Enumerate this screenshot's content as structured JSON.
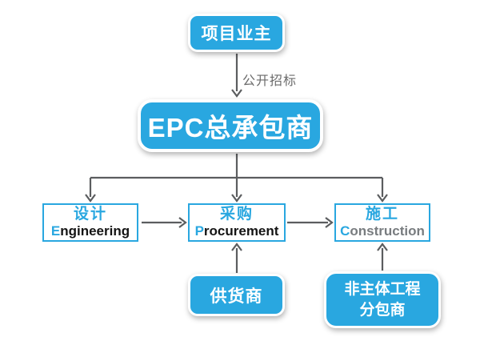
{
  "colors": {
    "accent": "#29a7e0",
    "arrow": "#5b5d5f",
    "ink": "#141414",
    "muted": "#787c7f",
    "bg": "#ffffff"
  },
  "diagram": {
    "nodes": {
      "owner": {
        "label": "项目业主"
      },
      "epc": {
        "label": "EPC总承包商"
      },
      "engineering": {
        "zh": "设计",
        "en_initial": "E",
        "en_rest": "ngineering"
      },
      "procurement": {
        "zh": "采购",
        "en_initial": "P",
        "en_rest": "rocurement"
      },
      "construction": {
        "zh": "施工",
        "en_initial": "C",
        "en_rest": "onstruction"
      },
      "supplier": {
        "label": "供货商"
      },
      "subcontractor": {
        "line1": "非主体工程",
        "line2": "分包商"
      }
    },
    "edge_labels": {
      "bidding": "公开招标"
    }
  }
}
